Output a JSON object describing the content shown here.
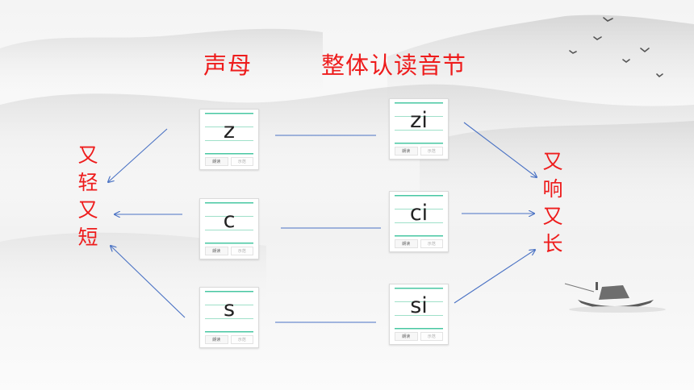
{
  "headings": {
    "initials": "声母",
    "whole_syllables": "整体认读音节"
  },
  "left_note": [
    "又",
    "轻",
    "又",
    "短"
  ],
  "right_note": [
    "又",
    "响",
    "又",
    "长"
  ],
  "initial_cards": [
    {
      "text": "z",
      "button_1": "朗读",
      "button_2": "示范"
    },
    {
      "text": "c",
      "button_1": "朗读",
      "button_2": "示范"
    },
    {
      "text": "s",
      "button_1": "朗读",
      "button_2": "示范"
    }
  ],
  "syllable_cards": [
    {
      "text": "zi",
      "button_1": "朗读",
      "button_2": "示范"
    },
    {
      "text": "ci",
      "button_1": "朗读",
      "button_2": "示范"
    },
    {
      "text": "si",
      "button_1": "朗读",
      "button_2": "示范"
    }
  ],
  "colors": {
    "heading_red": "#ee1c1c",
    "connector_blue": "#4a72c4",
    "guide_green": "#47c7a2"
  }
}
